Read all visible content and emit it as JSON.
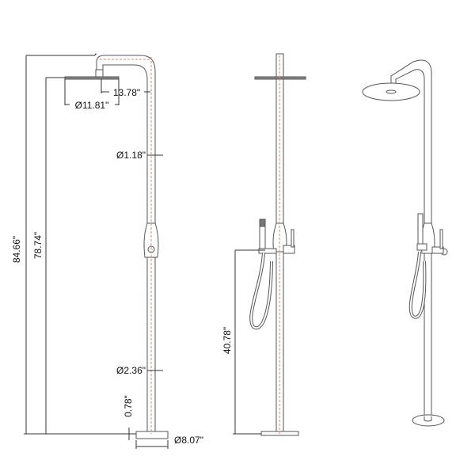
{
  "drawing": {
    "views": [
      "front",
      "side",
      "perspective"
    ],
    "dimensions": {
      "total_height": "84.66\"",
      "head_height": "78.74\"",
      "arm_reach": "13.78\"",
      "head_diameter": "Ø11.81\"",
      "upper_pipe_diameter": "Ø1.18\"",
      "lower_pipe_diameter": "Ø2.36\"",
      "base_thickness": "0.78\"",
      "base_diameter": "Ø8.07\"",
      "handshower_height": "40.78\""
    },
    "colors": {
      "line": "#555555",
      "centerline": "#e08a7a"
    }
  }
}
